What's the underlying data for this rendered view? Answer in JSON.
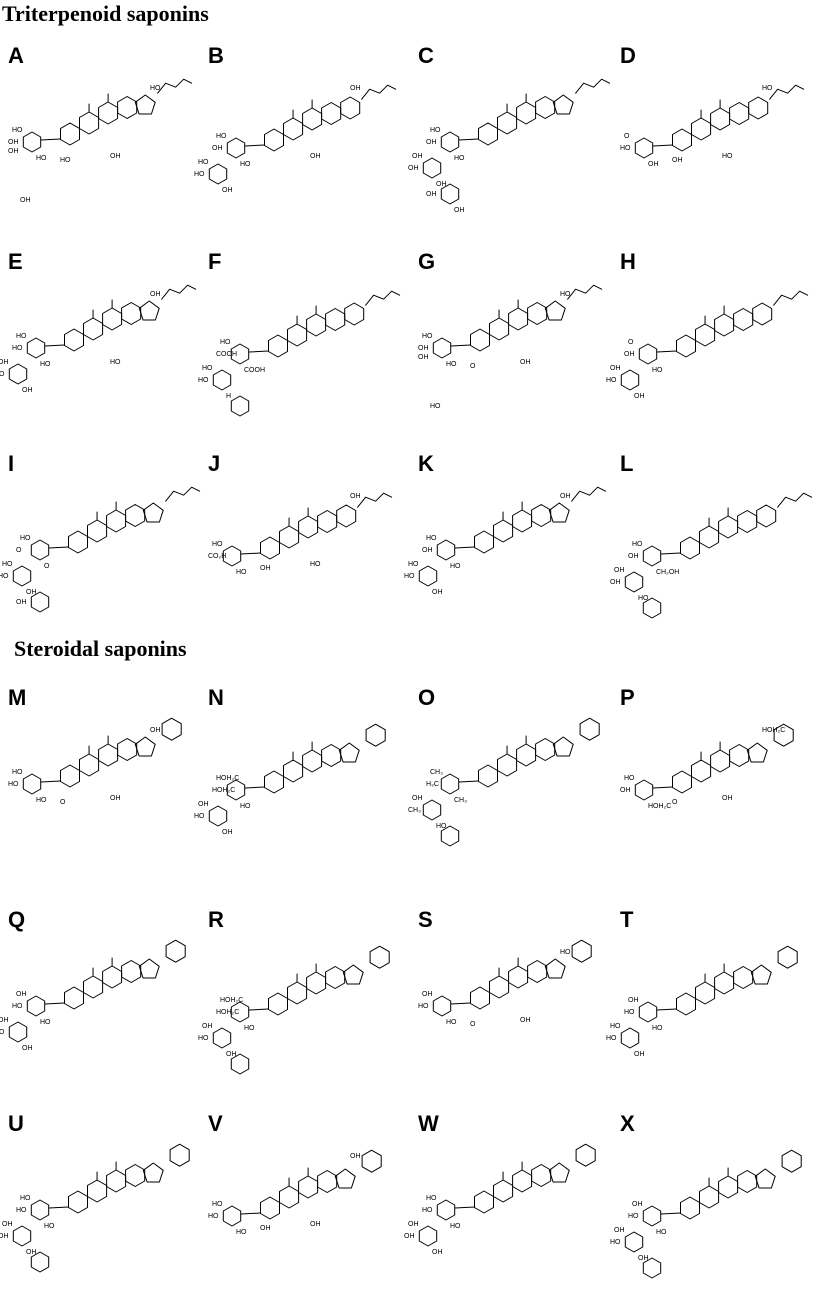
{
  "sections": {
    "triterpenoid": "Triterpenoid saponins",
    "steroidal": "Steroidal saponins"
  },
  "panels": [
    {
      "letter": "A",
      "labels": [
        "OH",
        "HO",
        "HO",
        "HO",
        "OH",
        "HO",
        "OH",
        "OH"
      ]
    },
    {
      "letter": "B",
      "labels": [
        "OH",
        "HO",
        "HO",
        "HO",
        "OH",
        "HO",
        "OH",
        "OH"
      ]
    },
    {
      "letter": "C",
      "labels": [
        "OH",
        "HO",
        "HO",
        "OH",
        "OH",
        "OH",
        "OH",
        "OH"
      ]
    },
    {
      "letter": "D",
      "labels": [
        "HO",
        "OH",
        "O",
        "HO",
        "HO",
        "OH"
      ]
    },
    {
      "letter": "E",
      "labels": [
        "HO",
        "HO",
        "HO",
        "HO",
        "OH",
        "OH",
        "OH",
        "HO"
      ]
    },
    {
      "letter": "F",
      "labels": [
        "COOH",
        "COOH",
        "HO",
        "HO",
        "H",
        "HO"
      ]
    },
    {
      "letter": "G",
      "labels": [
        "OH",
        "HO",
        "HO",
        "HO",
        "OH",
        "O",
        "HO",
        "OH"
      ]
    },
    {
      "letter": "H",
      "labels": [
        "OH",
        "HO",
        "O",
        "HO",
        "OH",
        "OH"
      ]
    },
    {
      "letter": "I",
      "labels": [
        "O",
        "O",
        "HO",
        "HO",
        "OH",
        "HO",
        "OH"
      ]
    },
    {
      "letter": "J",
      "labels": [
        "CO₂H",
        "HO",
        "HO",
        "OH",
        "HO",
        "OH"
      ]
    },
    {
      "letter": "K",
      "labels": [
        "OH",
        "HO",
        "HO",
        "HO",
        "OH",
        "HO",
        "OH"
      ]
    },
    {
      "letter": "L",
      "labels": [
        "OH",
        "CH₂OH",
        "HO",
        "OH",
        "HO",
        "OH"
      ]
    },
    {
      "letter": "M",
      "labels": [
        "HO",
        "HO",
        "HO",
        "OH",
        "OH",
        "O"
      ]
    },
    {
      "letter": "N",
      "labels": [
        "HOH₂C",
        "HO",
        "HOH₂C",
        "HO",
        "OH",
        "OH"
      ]
    },
    {
      "letter": "O",
      "labels": [
        "H₃C",
        "CH₃",
        "CH₃",
        "CH₃",
        "HO",
        "OH"
      ]
    },
    {
      "letter": "P",
      "labels": [
        "OH",
        "HOH₂C",
        "HO",
        "HOH₂C",
        "OH",
        "O"
      ]
    },
    {
      "letter": "Q",
      "labels": [
        "HO",
        "HO",
        "OH",
        "HO",
        "OH",
        "OH"
      ]
    },
    {
      "letter": "R",
      "labels": [
        "HOH₂C",
        "HO",
        "HOH₂C",
        "HO",
        "OH",
        "OH"
      ]
    },
    {
      "letter": "S",
      "labels": [
        "HO",
        "HO",
        "OH",
        "HO",
        "OH",
        "O"
      ]
    },
    {
      "letter": "T",
      "labels": [
        "HO",
        "HO",
        "OH",
        "HO",
        "OH",
        "HO"
      ]
    },
    {
      "letter": "U",
      "labels": [
        "HO",
        "HO",
        "HO",
        "OH",
        "OH",
        "OH"
      ]
    },
    {
      "letter": "V",
      "labels": [
        "HO",
        "HO",
        "HO",
        "OH",
        "OH",
        "OH"
      ]
    },
    {
      "letter": "W",
      "labels": [
        "HO",
        "HO",
        "HO",
        "OH",
        "OH",
        "OH"
      ]
    },
    {
      "letter": "X",
      "labels": [
        "HO",
        "HO",
        "OH",
        "HO",
        "OH",
        "OH"
      ]
    }
  ]
}
